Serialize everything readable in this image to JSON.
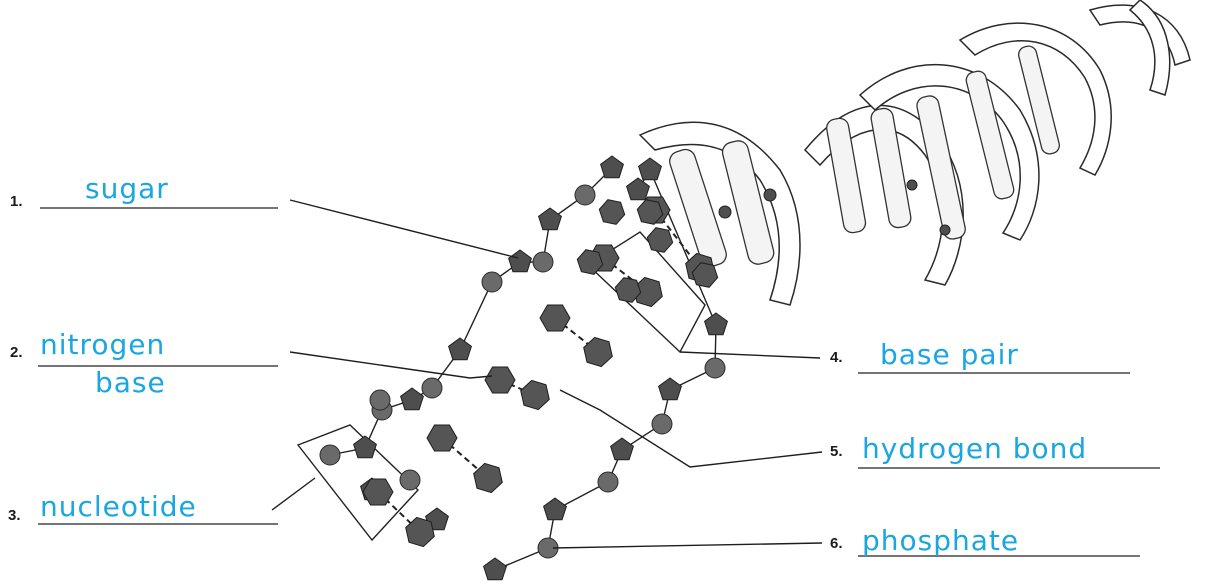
{
  "labels": [
    {
      "num": "1.",
      "answer": "sugar"
    },
    {
      "num": "2.",
      "answer": "nitrogen",
      "answer_line2": "base"
    },
    {
      "num": "3.",
      "answer": "nucleotide"
    },
    {
      "num": "4.",
      "answer": "base pair"
    },
    {
      "num": "5.",
      "answer": "hydrogen bond"
    },
    {
      "num": "6.",
      "answer": "phosphate"
    }
  ],
  "colors": {
    "handwriting": "#1aa6e0",
    "print": "#1a1a1a",
    "molecule": "#555555"
  }
}
